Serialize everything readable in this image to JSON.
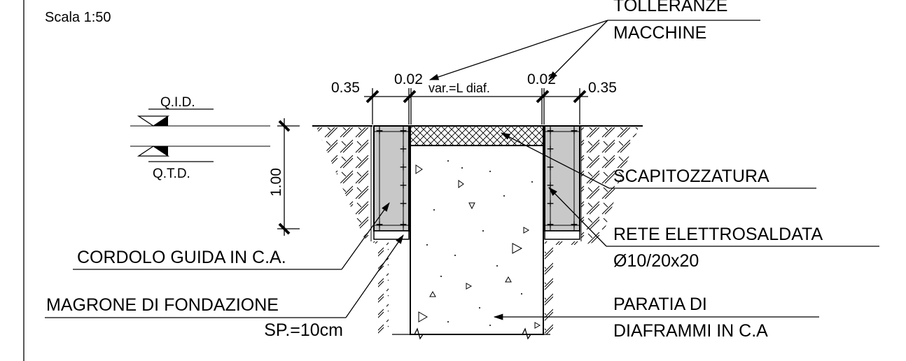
{
  "scale": "Scala 1:50",
  "labels": {
    "tolleranze_line1": "TOLLERANZE",
    "tolleranze_line2": "MACCHINE",
    "scapitozzatura": "SCAPITOZZATURA",
    "rete_line1": "RETE ELETTROSALDATA",
    "rete_line2": "Ø10/20x20",
    "cordolo": "CORDOLO GUIDA IN C.A.",
    "magrone_line1": "MAGRONE DI FONDAZIONE",
    "magrone_line2": "SP.=10cm",
    "paratia_line1": "PARATIA DI",
    "paratia_line2": "DIAFRAMMI IN C.A"
  },
  "dimensions": {
    "left_cordolo": "0.35",
    "left_tolerance": "0.02",
    "diaphragm": "var.=L diaf.",
    "right_tolerance": "0.02",
    "right_cordolo": "0.35",
    "depth": "1.00"
  },
  "levels": {
    "qid": "Q.I.D.",
    "qtd": "Q.T.D."
  }
}
